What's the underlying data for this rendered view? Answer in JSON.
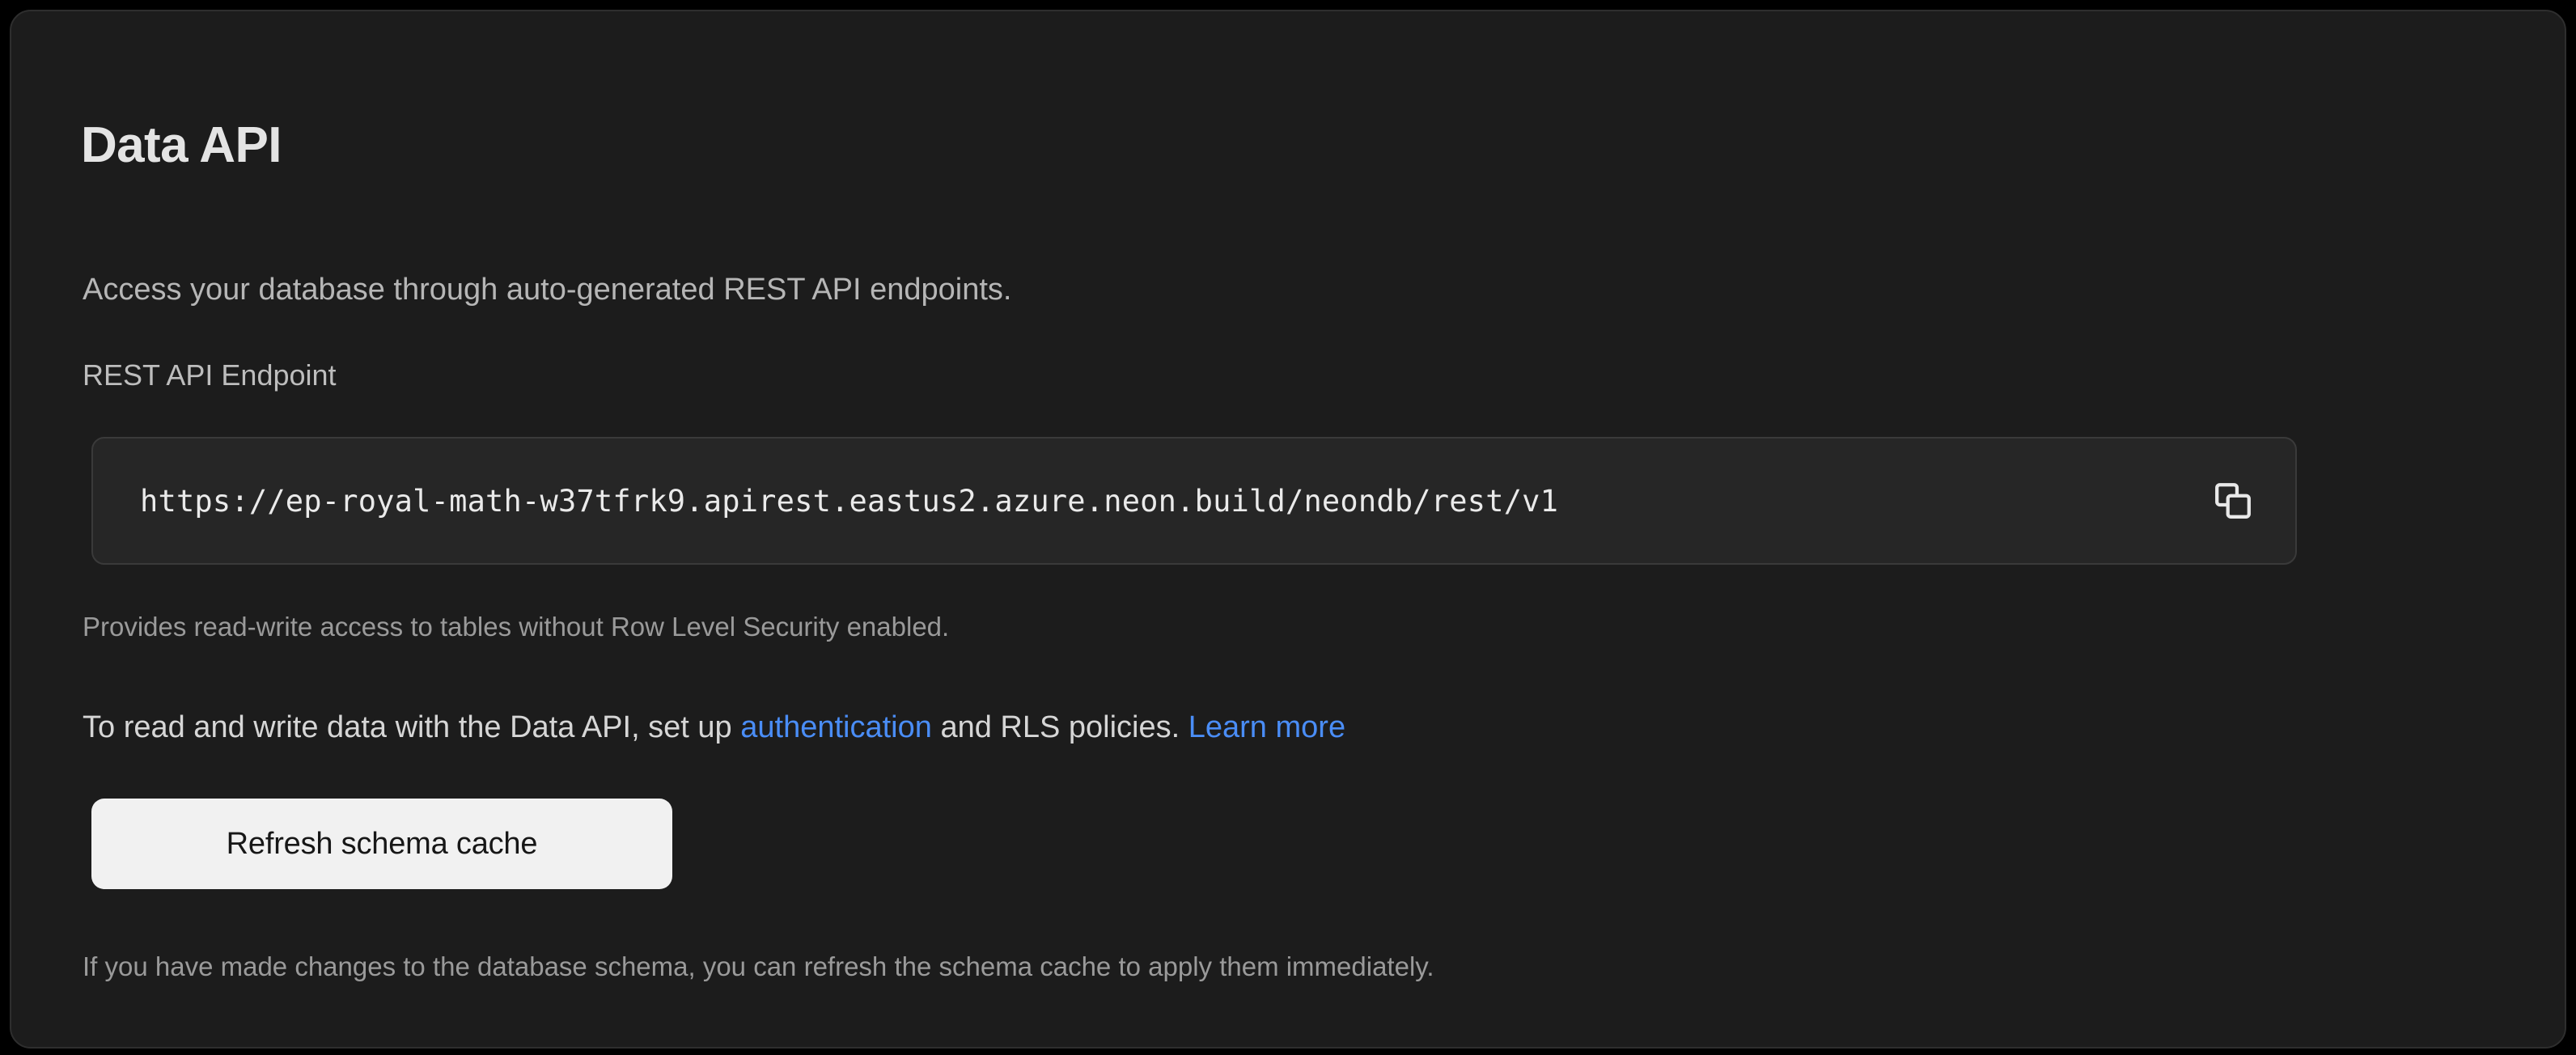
{
  "card": {
    "title": "Data API",
    "subtitle": "Access your database through auto-generated REST API endpoints.",
    "endpoint_field": {
      "label": "REST API Endpoint",
      "value": "https://ep-royal-math-w37tfrk9.apirest.eastus2.azure.neon.build/neondb/rest/v1",
      "placeholder": "https://",
      "copy_icon": "copy-icon",
      "hint": "Provides read-write access to tables without Row Level Security enabled."
    },
    "setup_paragraph": {
      "prefix": "To read and write data with the Data API, set up ",
      "link_auth": "authentication",
      "middle": " and RLS policies. ",
      "link_learn_more": "Learn more"
    },
    "refresh_button": {
      "label": "Refresh schema cache"
    },
    "refresh_hint": "If you have made changes to the database schema, you can refresh the schema cache to apply them immediately."
  },
  "colors": {
    "page_background": "#000000",
    "card_background": "#1c1c1c",
    "card_border": "#2e2e2e",
    "input_background": "#262626",
    "input_border": "#3a3a3a",
    "title_text": "#e4e4e4",
    "body_text": "#d6d6d6",
    "muted_text": "#9a9a9a",
    "link": "#4a8df6",
    "button_background": "#f1f1f1",
    "button_text": "#171717"
  }
}
